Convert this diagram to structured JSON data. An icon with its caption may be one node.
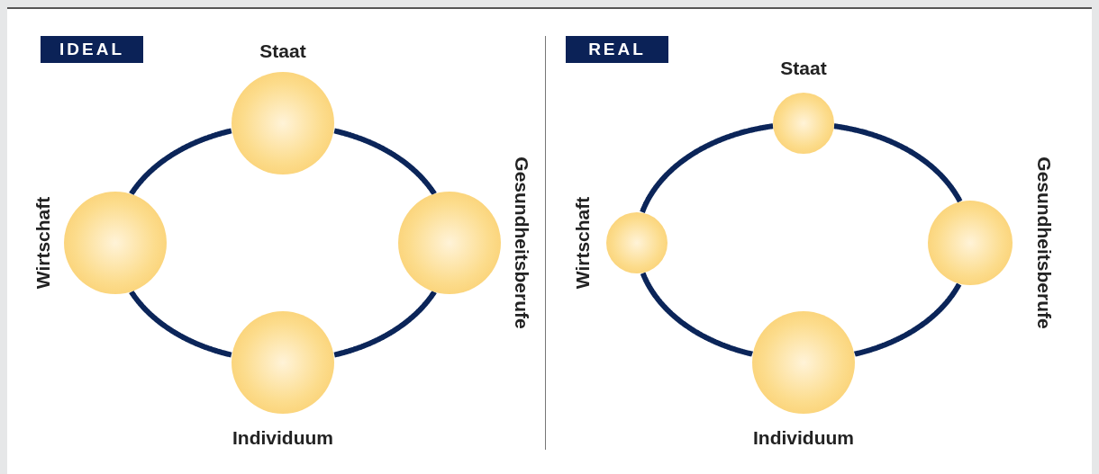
{
  "diagram": {
    "nodes": [
      {
        "text": [],
        "shape": "circle",
        "beside": [
          "Staat"
        ]
      },
      {
        "text": [],
        "shape": "circle",
        "beside": [
          "Wirtschaft"
        ]
      },
      {
        "text": [],
        "shape": "circle",
        "beside": [
          "Gesundheitsberufe"
        ]
      },
      {
        "text": [],
        "shape": "circle",
        "beside": [
          "Individuum"
        ]
      },
      {
        "text": [],
        "shape": "circle",
        "beside": [
          "Staat"
        ]
      },
      {
        "text": [],
        "shape": "circle",
        "beside": [
          "Wirtschaft"
        ]
      },
      {
        "text": [],
        "shape": "circle",
        "beside": [
          "Gesundheitsberufe"
        ]
      },
      {
        "text": [],
        "shape": "circle",
        "beside": [
          "Individuum"
        ]
      }
    ],
    "edges": [
      {
        "from": 0,
        "to": 2,
        "arrow": "none"
      },
      {
        "from": 2,
        "to": 3,
        "arrow": "none"
      },
      {
        "from": 3,
        "to": 1,
        "arrow": "none"
      },
      {
        "from": 1,
        "to": 0,
        "arrow": "none"
      },
      {
        "from": 4,
        "to": 6,
        "arrow": "none"
      },
      {
        "from": 6,
        "to": 7,
        "arrow": "none"
      },
      {
        "from": 7,
        "to": 5,
        "arrow": "none"
      },
      {
        "from": 5,
        "to": 4,
        "arrow": "none"
      }
    ],
    "labels": [
      "IDEAL",
      "REAL"
    ]
  }
}
